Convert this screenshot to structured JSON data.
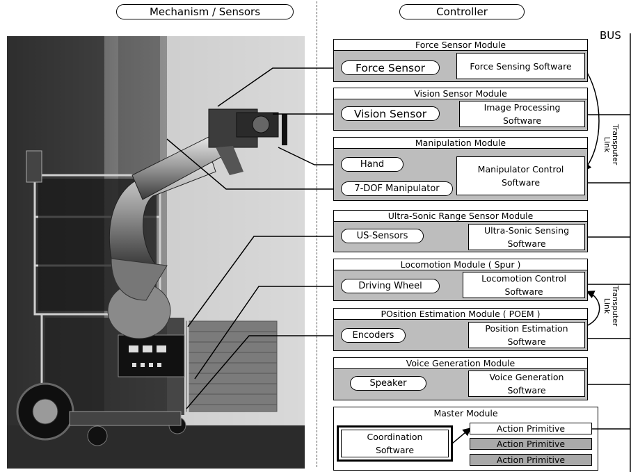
{
  "headers": {
    "left": "Mechanism / Sensors",
    "right": "Controller"
  },
  "bus_label": "BUS",
  "transputer_link_top": [
    "Transputer",
    "Link"
  ],
  "transputer_link_mid": [
    "Transputer",
    "Link"
  ],
  "modules": {
    "force": {
      "title": "Force Sensor Module",
      "sensor": "Force Sensor",
      "software": [
        "Force Sensing Software"
      ]
    },
    "vision": {
      "title": "Vision Sensor Module",
      "sensor": "Vision Sensor",
      "software": [
        "Image Processing",
        "Software"
      ]
    },
    "manipulation": {
      "title": "Manipulation Module",
      "sensor1": "Hand",
      "sensor2": "7-DOF Manipulator",
      "software": [
        "Manipulator Control",
        "Software"
      ]
    },
    "ultrasonic": {
      "title": "Ultra-Sonic Range Sensor Module",
      "sensor": "US-Sensors",
      "software": [
        "Ultra-Sonic Sensing",
        "Software"
      ]
    },
    "locomotion": {
      "title": "Locomotion Module ( Spur )",
      "sensor": "Driving Wheel",
      "software": [
        "Locomotion Control",
        "Software"
      ]
    },
    "poem": {
      "title": "POsition Estimation Module ( POEM )",
      "sensor": "Encoders",
      "software": [
        "Position Estimation",
        "Software"
      ]
    },
    "voice": {
      "title": "Voice Generation Module",
      "sensor": "Speaker",
      "software": [
        "Voice Generation",
        "Software"
      ]
    },
    "master": {
      "title": "Master Module",
      "coordination": [
        "Coordination",
        "Software"
      ],
      "action_primitives": [
        "Action Primitive",
        "Action Primitive",
        "Action Primitive"
      ]
    }
  },
  "colors": {
    "module_body": "#bdbdbd",
    "action_primitive_gray": "#a9a9a9",
    "photo_background": "#1d1d1d"
  }
}
